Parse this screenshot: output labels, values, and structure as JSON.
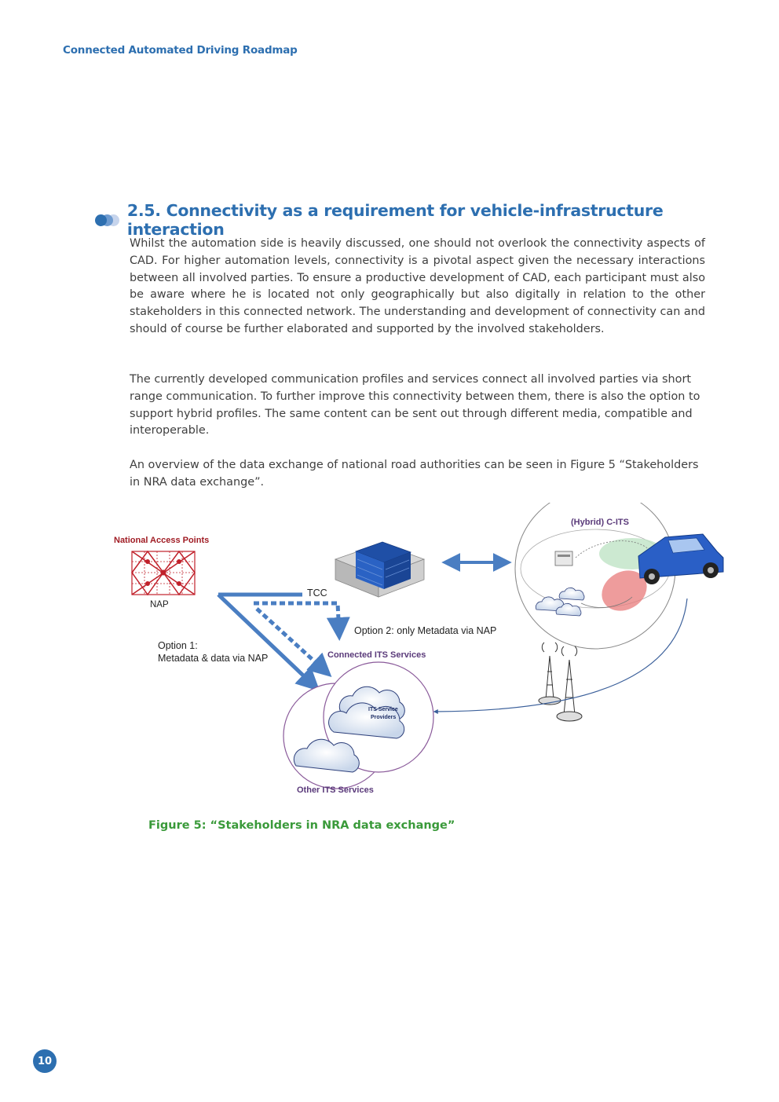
{
  "header": {
    "title": "Connected Automated Driving Roadmap"
  },
  "section": {
    "heading": "2.5. Connectivity as a requirement for vehicle-infrastructure interaction",
    "paragraphs": [
      "Whilst the automation side is heavily discussed, one should not overlook the connectivity aspects of CAD. For higher automation levels, connectivity is a pivotal aspect given the necessary interactions between all involved parties. To ensure a productive development of CAD, each participant must also be aware where he is located not only geographically but also digitally in relation to the other stakeholders in this connected network. The understanding and development of connectivity can and should of course be further elaborated and supported by the involved stakeholders.",
      "The currently developed communication profiles and services connect all involved parties via short range communication. To further improve this connectivity between them, there is also the option to support hybrid profiles. The same content can be sent out through different media, compatible and interoperable.",
      "An overview of the data exchange of national road authorities can be seen in Figure 5 “Stakeholders in NRA data exchange”."
    ]
  },
  "figure": {
    "nap_title": "National Access Points",
    "nap_label": "NAP",
    "tcc_label": "TCC",
    "option1_line1": "Option 1:",
    "option1_line2": "Metadata & data via NAP",
    "option2": "Option 2: only Metadata via NAP",
    "connected_its": "Connected ITS Services",
    "its_providers_line1": "ITS Service",
    "its_providers_line2": "Providers",
    "other_its": "Other ITS Services",
    "hybrid_cits": "(Hybrid) C-ITS",
    "caption": "Figure 5: “Stakeholders in NRA data exchange”",
    "colors": {
      "arrow": "#4a7ec2",
      "nap_red": "#c0202a",
      "title_red": "#a01c24",
      "circle_purple": "#8a5a9a"
    }
  },
  "footer": {
    "page_number": "10"
  }
}
